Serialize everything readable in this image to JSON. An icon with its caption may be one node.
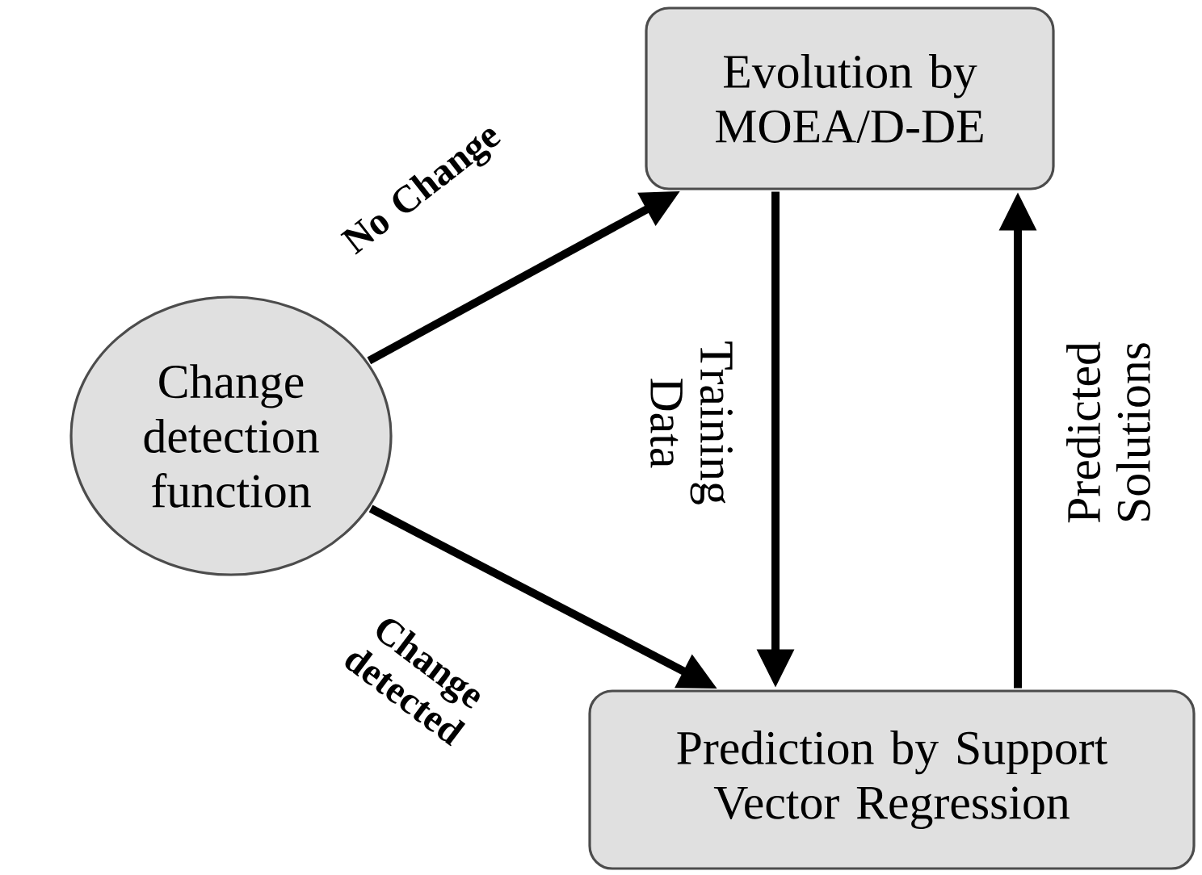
{
  "diagram": {
    "nodes": [
      {
        "text": [
          "Change detection function"
        ]
      },
      {
        "text": [
          "Evolution by MOEA/D-DE"
        ]
      },
      {
        "text": [
          "Prediction by Support Vector Regression"
        ]
      }
    ],
    "edges": [
      {
        "from": 0,
        "to": 1,
        "arrow": "to",
        "label": "No Change"
      },
      {
        "from": 0,
        "to": 2,
        "arrow": "to",
        "label": "Change detected"
      },
      {
        "from": 1,
        "to": 2,
        "arrow": "to",
        "label": "Training Data"
      },
      {
        "from": 2,
        "to": 1,
        "arrow": "to",
        "label": "Predicted Solutions"
      }
    ]
  }
}
